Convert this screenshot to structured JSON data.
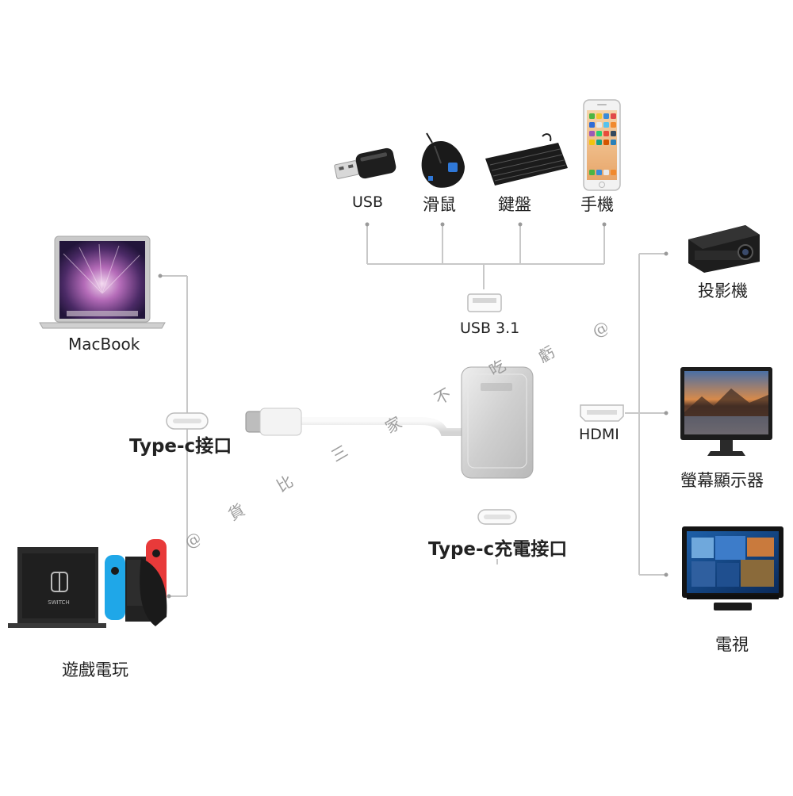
{
  "peripherals": {
    "usb": "USB",
    "mouse": "滑鼠",
    "keyboard": "鍵盤",
    "phone": "手機"
  },
  "ports": {
    "usb31": "USB 3.1",
    "hdmi": "HDMI",
    "typec_in": "Type-c接口",
    "typec_charge": "Type-c充電接口"
  },
  "sources": {
    "macbook": "MacBook",
    "game": "遊戲電玩"
  },
  "displays": {
    "projector": "投影機",
    "monitor": "螢幕顯示器",
    "tv": "電視"
  },
  "watermark": [
    "@",
    "貨",
    "比",
    "三",
    "家",
    "不",
    "吃",
    "虧",
    "@"
  ],
  "device_screen": {
    "switch_brand": "SWITCH"
  }
}
